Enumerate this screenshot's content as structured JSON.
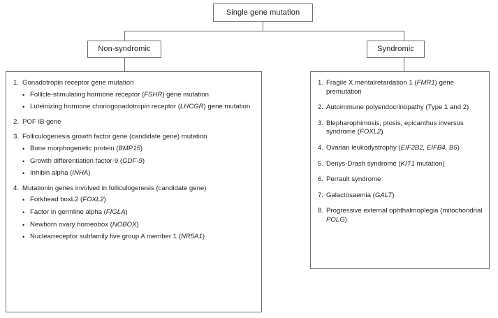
{
  "figure": {
    "title": "Single gene mutation classification flowchart"
  },
  "nodes": {
    "root": "Single gene mutation",
    "left": "Non-syndromic",
    "right": "Syndromic"
  },
  "non_syndromic": {
    "items": [
      {
        "num": "1.",
        "text": "Gonadotropin receptor gene mutation",
        "bullets": [
          {
            "pre": "Follicle-stimulating hormone receptor (",
            "gene": "FSHR",
            "post": ") gene mutation"
          },
          {
            "pre": "Luteinizing hormone choriogonadotropin receptor (",
            "gene": "LHCGR",
            "post": ") gene mutation"
          }
        ]
      },
      {
        "num": "2.",
        "text": "POF IB gene",
        "bullets": []
      },
      {
        "num": "3.",
        "text": "Folliculogenesis growth factor gene (candidate gene) mutation",
        "bullets": [
          {
            "pre": "Bone morphogenetic protein (",
            "gene": "BMP15",
            "post": ")"
          },
          {
            "pre": "Growth differentiation factor-9 (",
            "gene": "GDF-9",
            "post": ")"
          },
          {
            "pre": "Inhibin alpha (",
            "gene": "INHA",
            "post": ")"
          }
        ]
      },
      {
        "num": "4.",
        "text": "Mutationin genes involved in folliculogenesis (candidate gene)",
        "bullets": [
          {
            "pre": "Forkhead boxL2 (",
            "gene": "FOXL2",
            "post": ")"
          },
          {
            "pre": "Factor in germline alpha (",
            "gene": "FIGLA",
            "post": ")"
          },
          {
            "pre": "Newborn ovary homeobox (",
            "gene": "NOBOX",
            "post": ")"
          },
          {
            "pre": "Nuclearreceptor subfamily five group A member 1 (",
            "gene": "NR5A1",
            "post": ")"
          }
        ]
      }
    ]
  },
  "syndromic": {
    "items": [
      {
        "num": "1.",
        "pre": "Fragile X mentalretardation 1 (",
        "gene": "FMR1",
        "post": ") gene premutation"
      },
      {
        "num": "2.",
        "pre": "Autoimmune polyendocrinopathy (Type 1 and 2)",
        "gene": "",
        "post": ""
      },
      {
        "num": "3.",
        "pre": "Blepharophimosis, ptosis, epicanthus inversus syndrome (",
        "gene": "FOXL2",
        "post": ")"
      },
      {
        "num": "4.",
        "pre": "Ovarian leukodystrophy (",
        "gene": "EIF2B2, EIFB4, B5",
        "post": ")"
      },
      {
        "num": "5.",
        "pre": "Denys-Drash syndrome (",
        "gene": "KIT1",
        "post": " mutation)"
      },
      {
        "num": "6.",
        "pre": "Perrault syndrome",
        "gene": "",
        "post": ""
      },
      {
        "num": "7.",
        "pre": "Galactosaemia (",
        "gene": "GALT",
        "post": ")"
      },
      {
        "num": "8.",
        "pre": "Progressive external ophthalmoplegia (mitochondrial ",
        "gene": "POLG",
        "post": ")"
      }
    ]
  },
  "colors": {
    "border": "#6d6e71",
    "text": "#231f20",
    "background": "#ffffff"
  }
}
